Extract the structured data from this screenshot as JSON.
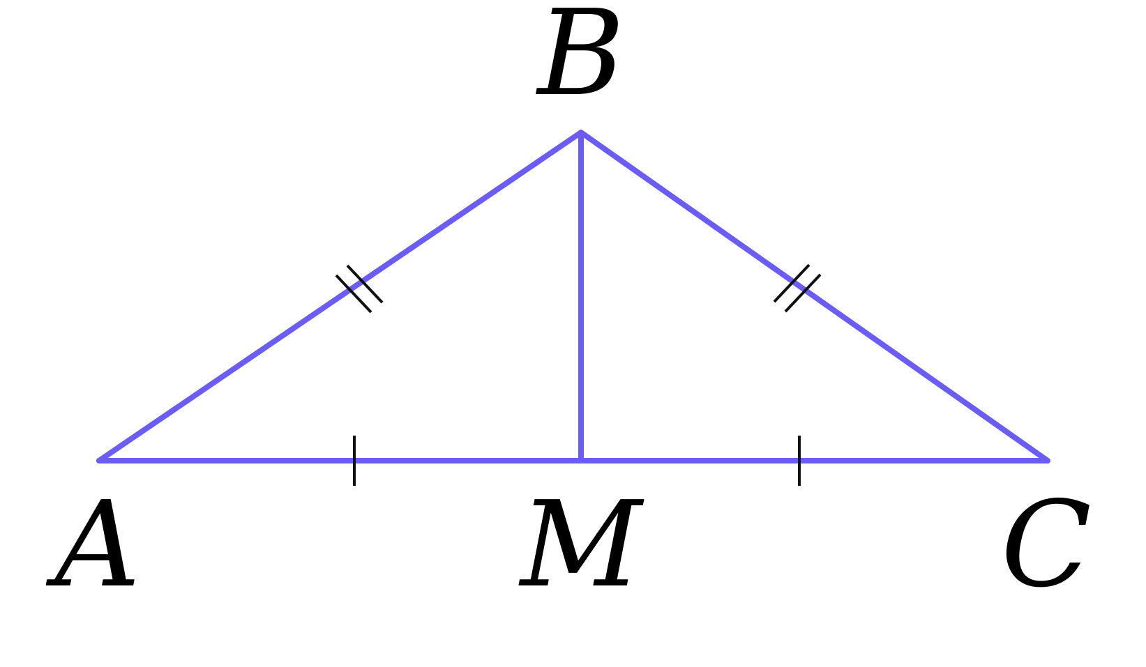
{
  "labels": {
    "A": "A",
    "B": "B",
    "C": "C",
    "M": "M"
  },
  "colors": {
    "lines": "#6a5cf5",
    "ticks": "#111111",
    "text": "#000000",
    "background": "#ffffff"
  }
}
